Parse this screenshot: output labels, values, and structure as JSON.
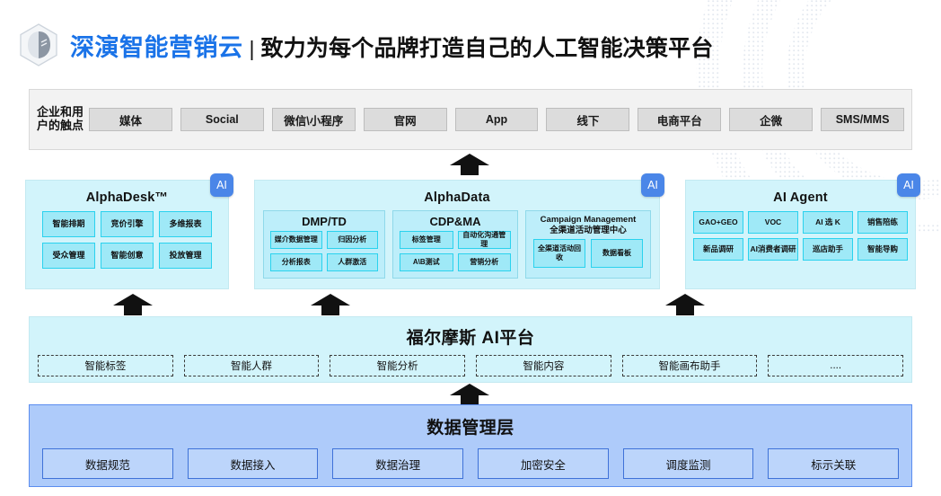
{
  "header": {
    "logo_icon": "hexagon-cube-logo",
    "brand": "深演智能营销云",
    "separator": "|",
    "tagline": "致力为每个品牌打造自己的人工智能决策平台",
    "brand_color": "#1a73e8"
  },
  "touchpoints": {
    "label": "企业和用户的触点",
    "items": [
      "媒体",
      "Social",
      "微信\\小程序",
      "官网",
      "App",
      "线下",
      "电商平台",
      "企微",
      "SMS/MMS"
    ]
  },
  "products": {
    "badge_label": "AI",
    "alphadesk": {
      "title": "AlphaDesk™",
      "cells": [
        "智能排期",
        "竞价引擎",
        "多维报表",
        "受众管理",
        "智能创意",
        "投放管理"
      ]
    },
    "alphadata": {
      "title": "AlphaData",
      "groups": [
        {
          "title": "DMP/TD",
          "title2": "",
          "cells": [
            "媒介数据管理",
            "归因分析",
            "分析报表",
            "人群激活"
          ]
        },
        {
          "title": "CDP&MA",
          "title2": "",
          "cells": [
            "标签管理",
            "自动化沟通管理",
            "A\\B测试",
            "营销分析"
          ]
        },
        {
          "title": "Campaign Management",
          "title2": "全渠道活动管理中心",
          "cells": [
            "全渠道活动回收",
            "数据看板"
          ]
        }
      ]
    },
    "ai_agent": {
      "title": "AI Agent",
      "cells": [
        "GAO+GEO",
        "VOC",
        "AI 选 K",
        "销售陪练",
        "新品调研",
        "AI消费者调研",
        "巡店助手",
        "智能导购"
      ]
    }
  },
  "platform": {
    "title": "福尔摩斯 AI平台",
    "items": [
      "智能标签",
      "智能人群",
      "智能分析",
      "智能内容",
      "智能画布助手",
      "...."
    ]
  },
  "data_layer": {
    "title": "数据管理层",
    "items": [
      "数据规范",
      "数据接入",
      "数据治理",
      "加密安全",
      "调度监测",
      "标示关联"
    ]
  },
  "colors": {
    "panel_bg": "#d2f4fb",
    "cell_border": "#2ad2ee",
    "badge_bg": "#4a86e8",
    "data_layer_bg": "#aecbfa",
    "touch_bg": "#f2f2f2",
    "arrow": "#111111"
  }
}
